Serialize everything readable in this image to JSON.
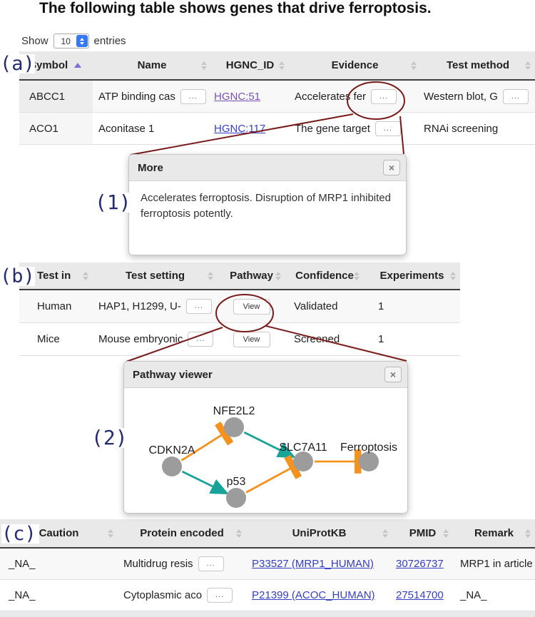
{
  "title": "The following table shows genes that drive ferroptosis.",
  "show_entries": {
    "label_before": "Show",
    "value": "10",
    "label_after": "entries"
  },
  "section_labels": {
    "a": "(a)",
    "b": "(b)",
    "c": "(c)",
    "callout1": "(1)",
    "callout2": "(2)"
  },
  "ui": {
    "more_button": "...",
    "view_button": "View",
    "close_button": "×"
  },
  "table_a": {
    "headers": [
      "Symbol",
      "Name",
      "HGNC_ID",
      "Evidence",
      "Test method"
    ],
    "rows": [
      {
        "symbol": "ABCC1",
        "name": "ATP binding cas",
        "hgnc_id": "HGNC:51",
        "evidence": "Accelerates fer",
        "test_method": "Western blot, G"
      },
      {
        "symbol": "ACO1",
        "name": "Aconitase 1",
        "hgnc_id": "HGNC:117",
        "evidence": "The gene target",
        "test_method": "RNAi screening"
      }
    ]
  },
  "more_modal": {
    "title": "More",
    "body": "Accelerates ferroptosis. Disruption of MRP1 inhibited ferroptosis potently."
  },
  "table_b": {
    "headers": [
      "Test in",
      "Test setting",
      "Pathway",
      "Confidence",
      "Experiments"
    ],
    "rows": [
      {
        "test_in": "Human",
        "test_setting": "HAP1, H1299, U-",
        "confidence": "Validated",
        "experiments": "1"
      },
      {
        "test_in": "Mice",
        "test_setting": "Mouse embryonic",
        "confidence": "Screened",
        "experiments": "1"
      }
    ]
  },
  "pathway_modal": {
    "title": "Pathway viewer"
  },
  "pathway_graph": {
    "nodes": [
      "CDKN2A",
      "NFE2L2",
      "p53",
      "SLC7A11",
      "Ferroptosis"
    ],
    "edges": [
      {
        "from": "CDKN2A",
        "to": "NFE2L2",
        "type": "inhibit",
        "color": "#f5921e"
      },
      {
        "from": "CDKN2A",
        "to": "p53",
        "type": "activate",
        "color": "#17a398"
      },
      {
        "from": "NFE2L2",
        "to": "SLC7A11",
        "type": "activate",
        "color": "#17a398"
      },
      {
        "from": "p53",
        "to": "SLC7A11",
        "type": "inhibit",
        "color": "#f5921e"
      },
      {
        "from": "SLC7A11",
        "to": "Ferroptosis",
        "type": "inhibit",
        "color": "#f5921e"
      }
    ]
  },
  "table_c": {
    "headers": [
      "Caution",
      "Protein encoded",
      "UniProtKB",
      "PMID",
      "Remark"
    ],
    "rows": [
      {
        "caution": "_NA_",
        "protein_encoded": "Multidrug resis",
        "uniprotkb": "P33527 (MRP1_HUMAN)",
        "pmid": "30726737",
        "remark": "MRP1 in article"
      },
      {
        "caution": "_NA_",
        "protein_encoded": "Cytoplasmic aco",
        "uniprotkb": "P21399 (ACOC_HUMAN)",
        "pmid": "27514700",
        "remark": "_NA_"
      }
    ]
  },
  "colors": {
    "callout_red": "#7a1b1b",
    "link_blue": "#3640c4",
    "link_visited_purple": "#7b52b8",
    "label_navy": "#252d72",
    "edge_orange": "#f5921e",
    "edge_teal": "#17a398",
    "node_gray": "#9c9c9c",
    "sort_active_purple": "#7b6fd6",
    "header_gray": "#e9e9e9"
  }
}
